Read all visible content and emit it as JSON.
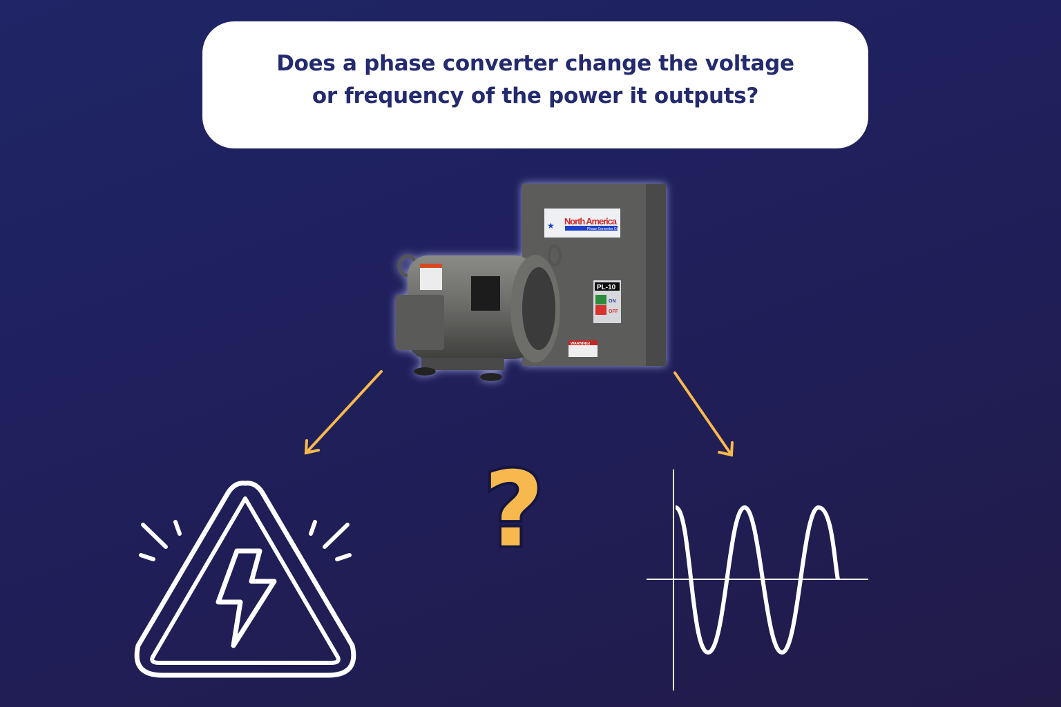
{
  "title": {
    "line1": "Does a phase converter change the voltage",
    "line2": "or frequency of the power it outputs?"
  },
  "product": {
    "brand": "North America",
    "brand_sub": "Phase Converter Co.",
    "model": "PL-10",
    "on_label": "ON",
    "off_label": "OFF",
    "warning_label": "WARNING!"
  },
  "icons": [
    "arrow-down-left-icon",
    "arrow-down-right-icon",
    "question-mark-icon",
    "high-voltage-warning-icon",
    "sine-wave-icon"
  ],
  "colors": {
    "accent": "#f7b84e",
    "title_text": "#232a6e",
    "line": "#ffffff"
  }
}
